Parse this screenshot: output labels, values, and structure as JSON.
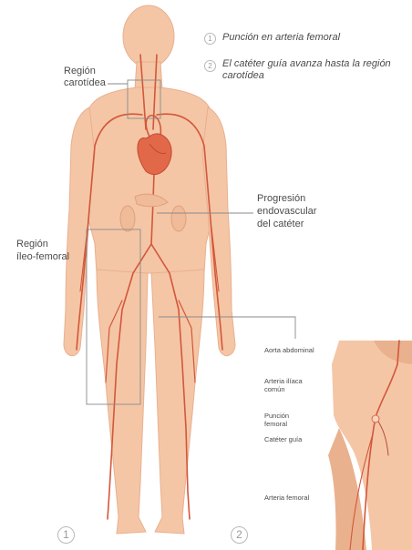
{
  "steps": [
    {
      "number": "1",
      "text": "Punción en arteria femoral"
    },
    {
      "number": "2",
      "text": "El catéter guía avanza hasta la región carotídea"
    }
  ],
  "labels": {
    "carotid_line1": "Región",
    "carotid_line2": "carotídea",
    "ileo_line1": "Región",
    "ileo_line2": "íleo-femoral",
    "progression_line1": "Progresión",
    "progression_line2": "endovascular",
    "progression_line3": "del catéter"
  },
  "inset_labels": {
    "aorta": "Aorta abdominal",
    "iliaca_line1": "Arteria ilíaca",
    "iliaca_line2": "común",
    "puncion_line1": "Punción",
    "puncion_line2": "femoral",
    "cateter": "Catéter guía",
    "femoral": "Arteria femoral"
  },
  "panel_numbers": {
    "panel1": "1",
    "panel2": "2"
  },
  "colors": {
    "skin": "#f4c6a6",
    "skin_shade": "#eab18e",
    "artery": "#d3573a",
    "heart": "#e2684a",
    "line": "#8a8a8a"
  }
}
